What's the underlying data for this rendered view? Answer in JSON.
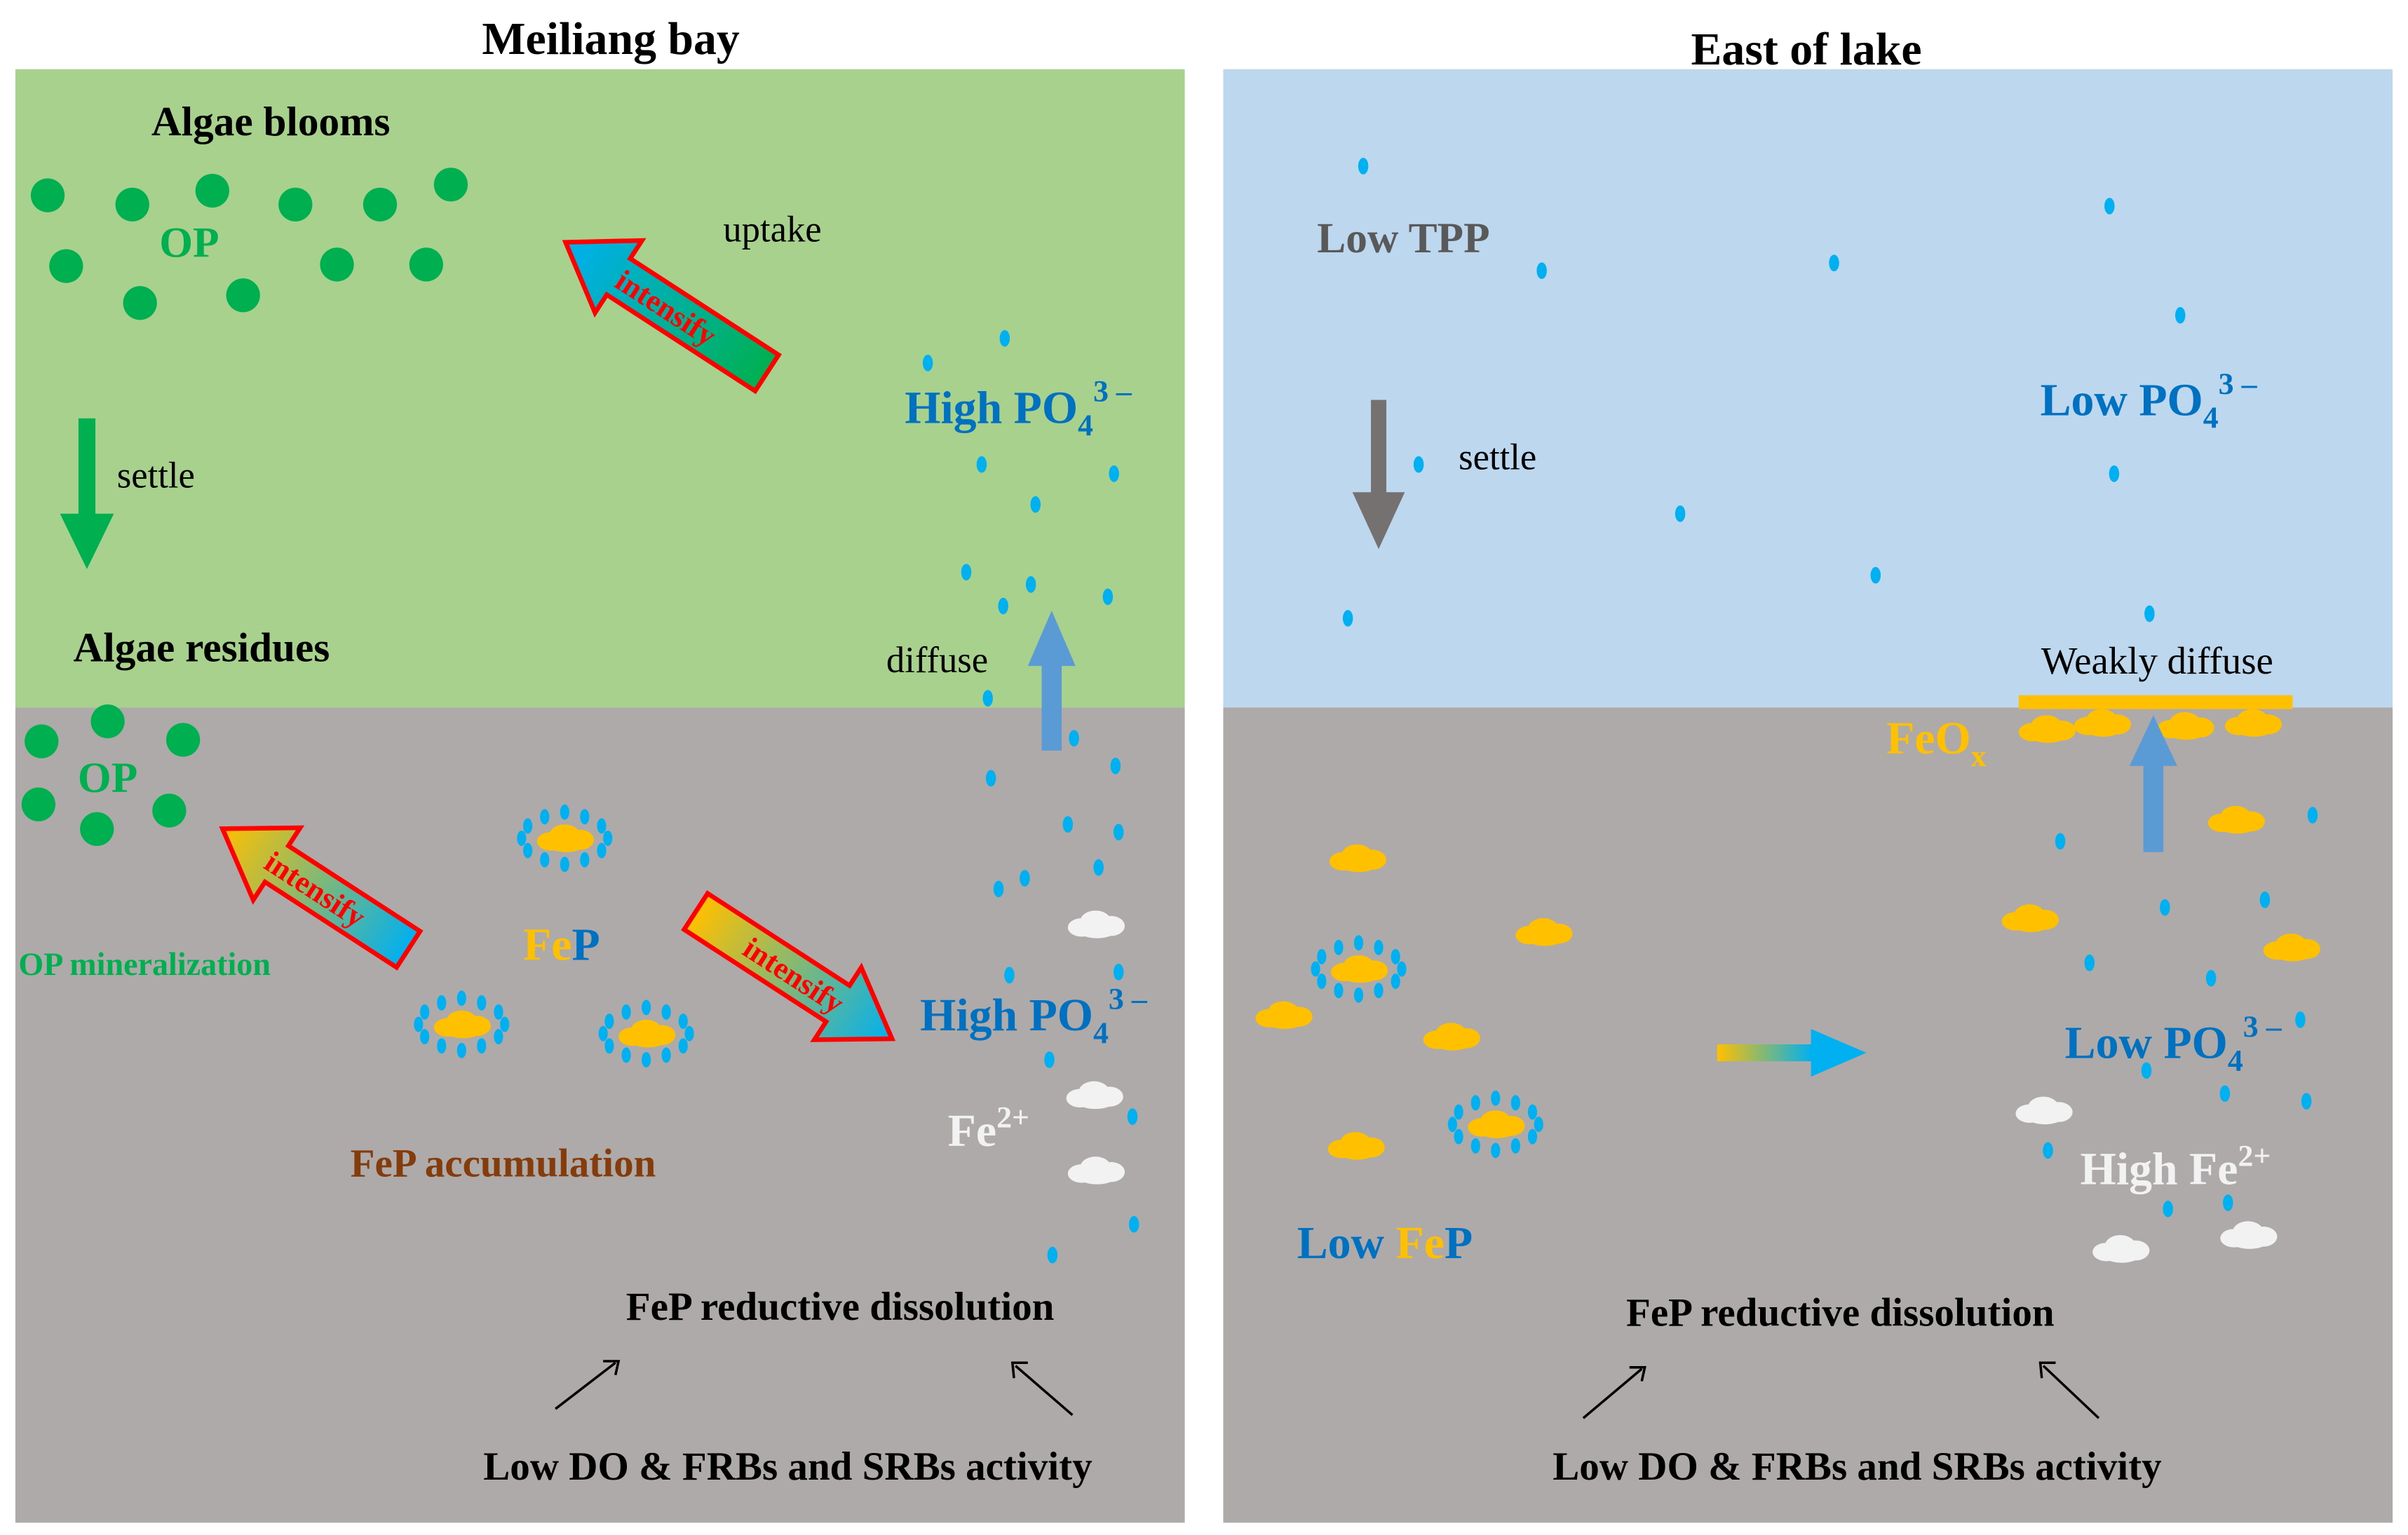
{
  "panels": {
    "left": {
      "title": "Meiliang bay",
      "water_color": "#a9d18e",
      "sediment_color": "#aeaaaa",
      "algae_blooms": "Algae blooms",
      "op_water": "OP",
      "uptake": "uptake",
      "settle": "settle",
      "high_po4": "High PO",
      "po4_sub": "4",
      "po4_sup": "3 –",
      "diffuse": "diffuse",
      "algae_residues": "Algae residues",
      "op_sediment": "OP",
      "op_mineralization": "OP mineralization",
      "fep_fe": "Fe",
      "fep_p": "P",
      "high_po4_sed": "High PO",
      "fe2": "Fe",
      "fe2_sup": "2+",
      "fep_accumulation": "FeP accumulation",
      "reductive": "FeP reductive dissolution",
      "low_do": "Low DO & FRBs and SRBs activity",
      "intensify": "intensify"
    },
    "right": {
      "title": "East of lake",
      "water_color": "#bdd7ee",
      "sediment_color": "#aeaaaa",
      "low_tpp": "Low TPP",
      "settle": "settle",
      "low_po4": "Low PO",
      "po4_sub": "4",
      "po4_sup": "3 –",
      "weakly_diffuse": "Weakly diffuse",
      "feox": "FeO",
      "feox_sub": "x",
      "low_po4_sed": "Low PO",
      "high_fe2": "High Fe",
      "fe2_sup": "2+",
      "low_fep_low": "Low ",
      "low_fep_fe": "Fe",
      "low_fep_p": "P",
      "reductive": "FeP reductive dissolution",
      "low_do": "Low DO & FRBs and SRBs activity"
    }
  },
  "colors": {
    "op_green": "#00b050",
    "phosphate_blue": "#0070c0",
    "drop_blue": "#00b0f0",
    "fe_orange": "#ffc000",
    "fe2_white": "#f2f2f2",
    "accumulation_brown": "#843c0c",
    "tpp_gray": "#595959",
    "arrow_red": "#ff0000"
  }
}
